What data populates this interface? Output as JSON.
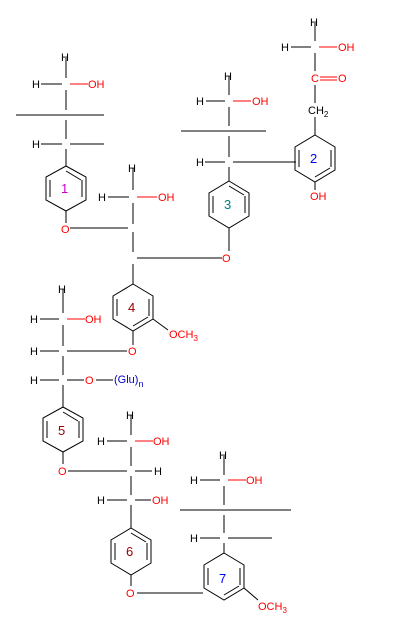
{
  "labels": {
    "oh": "OH",
    "o": "O",
    "och3": "OCH",
    "h": "H",
    "ch2": "CH",
    "c": "C",
    "glu": "(Glu)",
    "n": "n",
    "sub3": "3",
    "sub2": "2"
  },
  "rings": [
    "1",
    "2",
    "3",
    "4",
    "5",
    "6",
    "7"
  ]
}
